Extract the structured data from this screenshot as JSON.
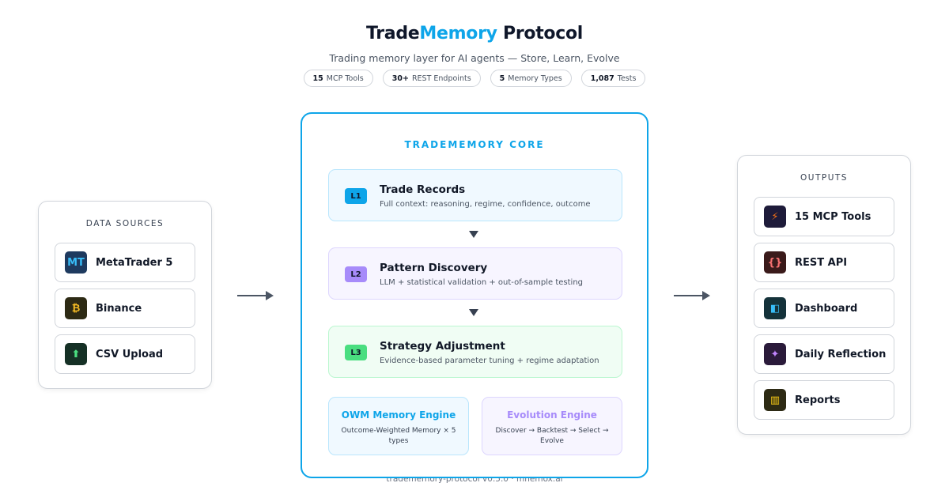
{
  "header": {
    "title_prefix": "Trade",
    "title_accent": "Memory",
    "title_suffix": " Protocol",
    "subtitle": "Trading memory layer for AI agents — Store, Learn, Evolve"
  },
  "stats": [
    {
      "value": "15",
      "label": "MCP Tools"
    },
    {
      "value": "30+",
      "label": "REST Endpoints"
    },
    {
      "value": "5",
      "label": "Memory Types"
    },
    {
      "value": "1,087",
      "label": "Tests"
    }
  ],
  "sources": {
    "title": "DATA SOURCES",
    "items": [
      {
        "label": "MetaTrader 5",
        "icon_text": "MT",
        "icon": "metatrader-icon",
        "icon_color": "#38bdf8",
        "icon_bg": "#1e3a5f"
      },
      {
        "label": "Binance",
        "icon_text": "₿",
        "icon": "binance-icon",
        "icon_color": "#fbbf24",
        "icon_bg": "#2d2a14"
      },
      {
        "label": "CSV Upload",
        "icon_text": "⬆",
        "icon": "upload-icon",
        "icon_color": "#4ade80",
        "icon_bg": "#153025"
      }
    ]
  },
  "core": {
    "title": "TRADEMEMORY CORE",
    "layers": [
      {
        "badge": "L1",
        "title": "Trade Records",
        "desc": "Full context: reasoning, regime, confidence, outcome"
      },
      {
        "badge": "L2",
        "title": "Pattern Discovery",
        "desc": "LLM + statistical validation + out-of-sample testing"
      },
      {
        "badge": "L3",
        "title": "Strategy Adjustment",
        "desc": "Evidence-based parameter tuning + regime adaptation"
      }
    ],
    "engines": [
      {
        "title": "OWM Memory Engine",
        "desc": "Outcome-Weighted Memory × 5 types"
      },
      {
        "title": "Evolution Engine",
        "desc": "Discover → Backtest → Select → Evolve"
      }
    ]
  },
  "outputs": {
    "title": "OUTPUTS",
    "items": [
      {
        "label": "15 MCP Tools",
        "icon_text": "⚡",
        "icon": "lightning-icon",
        "icon_color": "#f97316",
        "icon_bg": "#1e1b3a"
      },
      {
        "label": "REST API",
        "icon_text": "{}",
        "icon": "braces-icon",
        "icon_color": "#f87171",
        "icon_bg": "#3a1a1a"
      },
      {
        "label": "Dashboard",
        "icon_text": "◧",
        "icon": "dashboard-icon",
        "icon_color": "#38bdf8",
        "icon_bg": "#14323a"
      },
      {
        "label": "Daily Reflection",
        "icon_text": "✦",
        "icon": "sparkle-icon",
        "icon_color": "#c084fc",
        "icon_bg": "#2a1a3a"
      },
      {
        "label": "Reports",
        "icon_text": "▥",
        "icon": "bar-chart-icon",
        "icon_color": "#facc15",
        "icon_bg": "#2d2a14"
      }
    ]
  },
  "footer": "tradememory-protocol v0.5.0 · mnemox.ai"
}
